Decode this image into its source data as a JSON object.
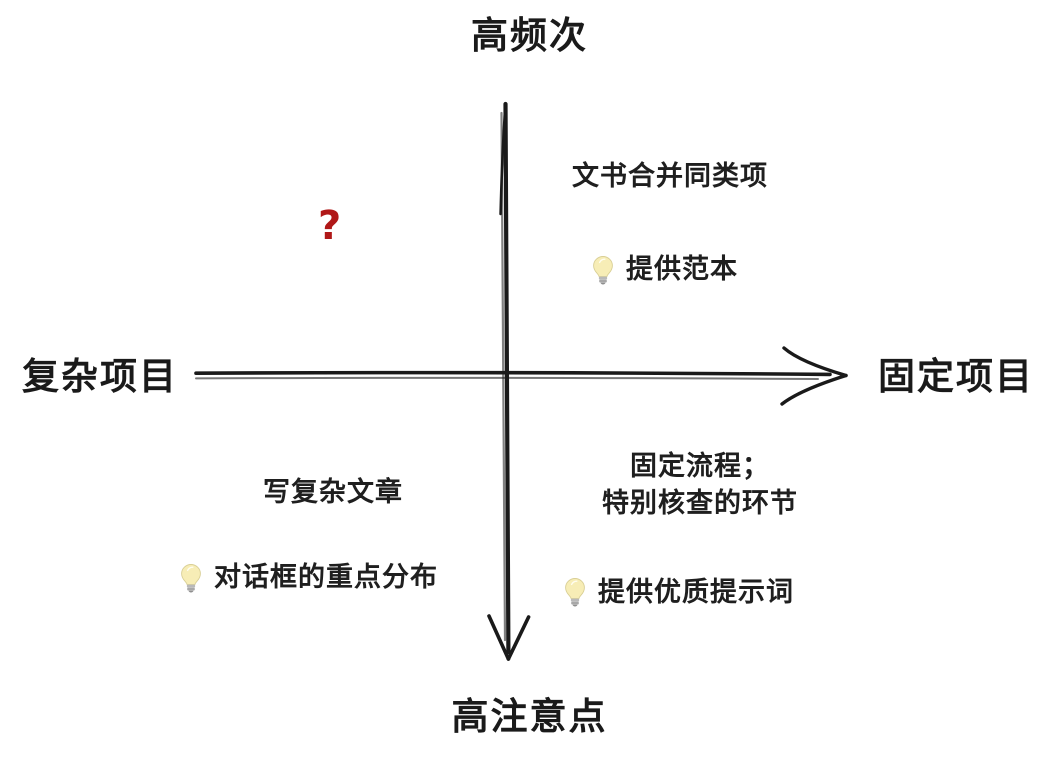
{
  "diagram": {
    "type": "2x2-quadrant-matrix",
    "background_color": "#ffffff",
    "axis_color": "#1a1a1a",
    "text_color": "#1f1f1f"
  },
  "axes": {
    "vertical": {
      "top_label": "高频次",
      "bottom_label": "高注意点"
    },
    "horizontal": {
      "left_label": "复杂项目",
      "right_label": "固定项目"
    }
  },
  "quadrants": {
    "top_left": {
      "marker": "?",
      "marker_color": "#b01818",
      "title": "",
      "note_icon": "",
      "note": ""
    },
    "top_right": {
      "title": "文书合并同类项",
      "note_icon": "light-bulb-icon",
      "note": "提供范本"
    },
    "bottom_left": {
      "title": "写复杂文章",
      "note_icon": "light-bulb-icon",
      "note": "对话框的重点分布"
    },
    "bottom_right": {
      "title": "固定流程；\n特别核查的环节",
      "note_icon": "light-bulb-icon",
      "note": "提供优质提示词"
    }
  }
}
